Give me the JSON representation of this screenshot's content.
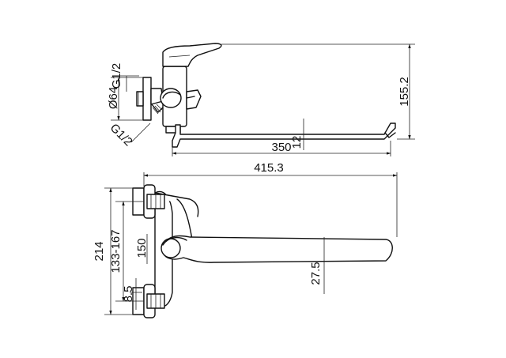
{
  "dimensions": {
    "thread_top": "G1/2",
    "diameter": "Ø64",
    "thread_bottom": "G1/2",
    "spout_reach": "350",
    "spout_height": "12",
    "overall_height": "155.2",
    "overall_length": "415.3",
    "total_height": "214",
    "center_distance": "133-167",
    "lever_height": "150",
    "offset": "8.5",
    "spout_width": "27.5"
  }
}
